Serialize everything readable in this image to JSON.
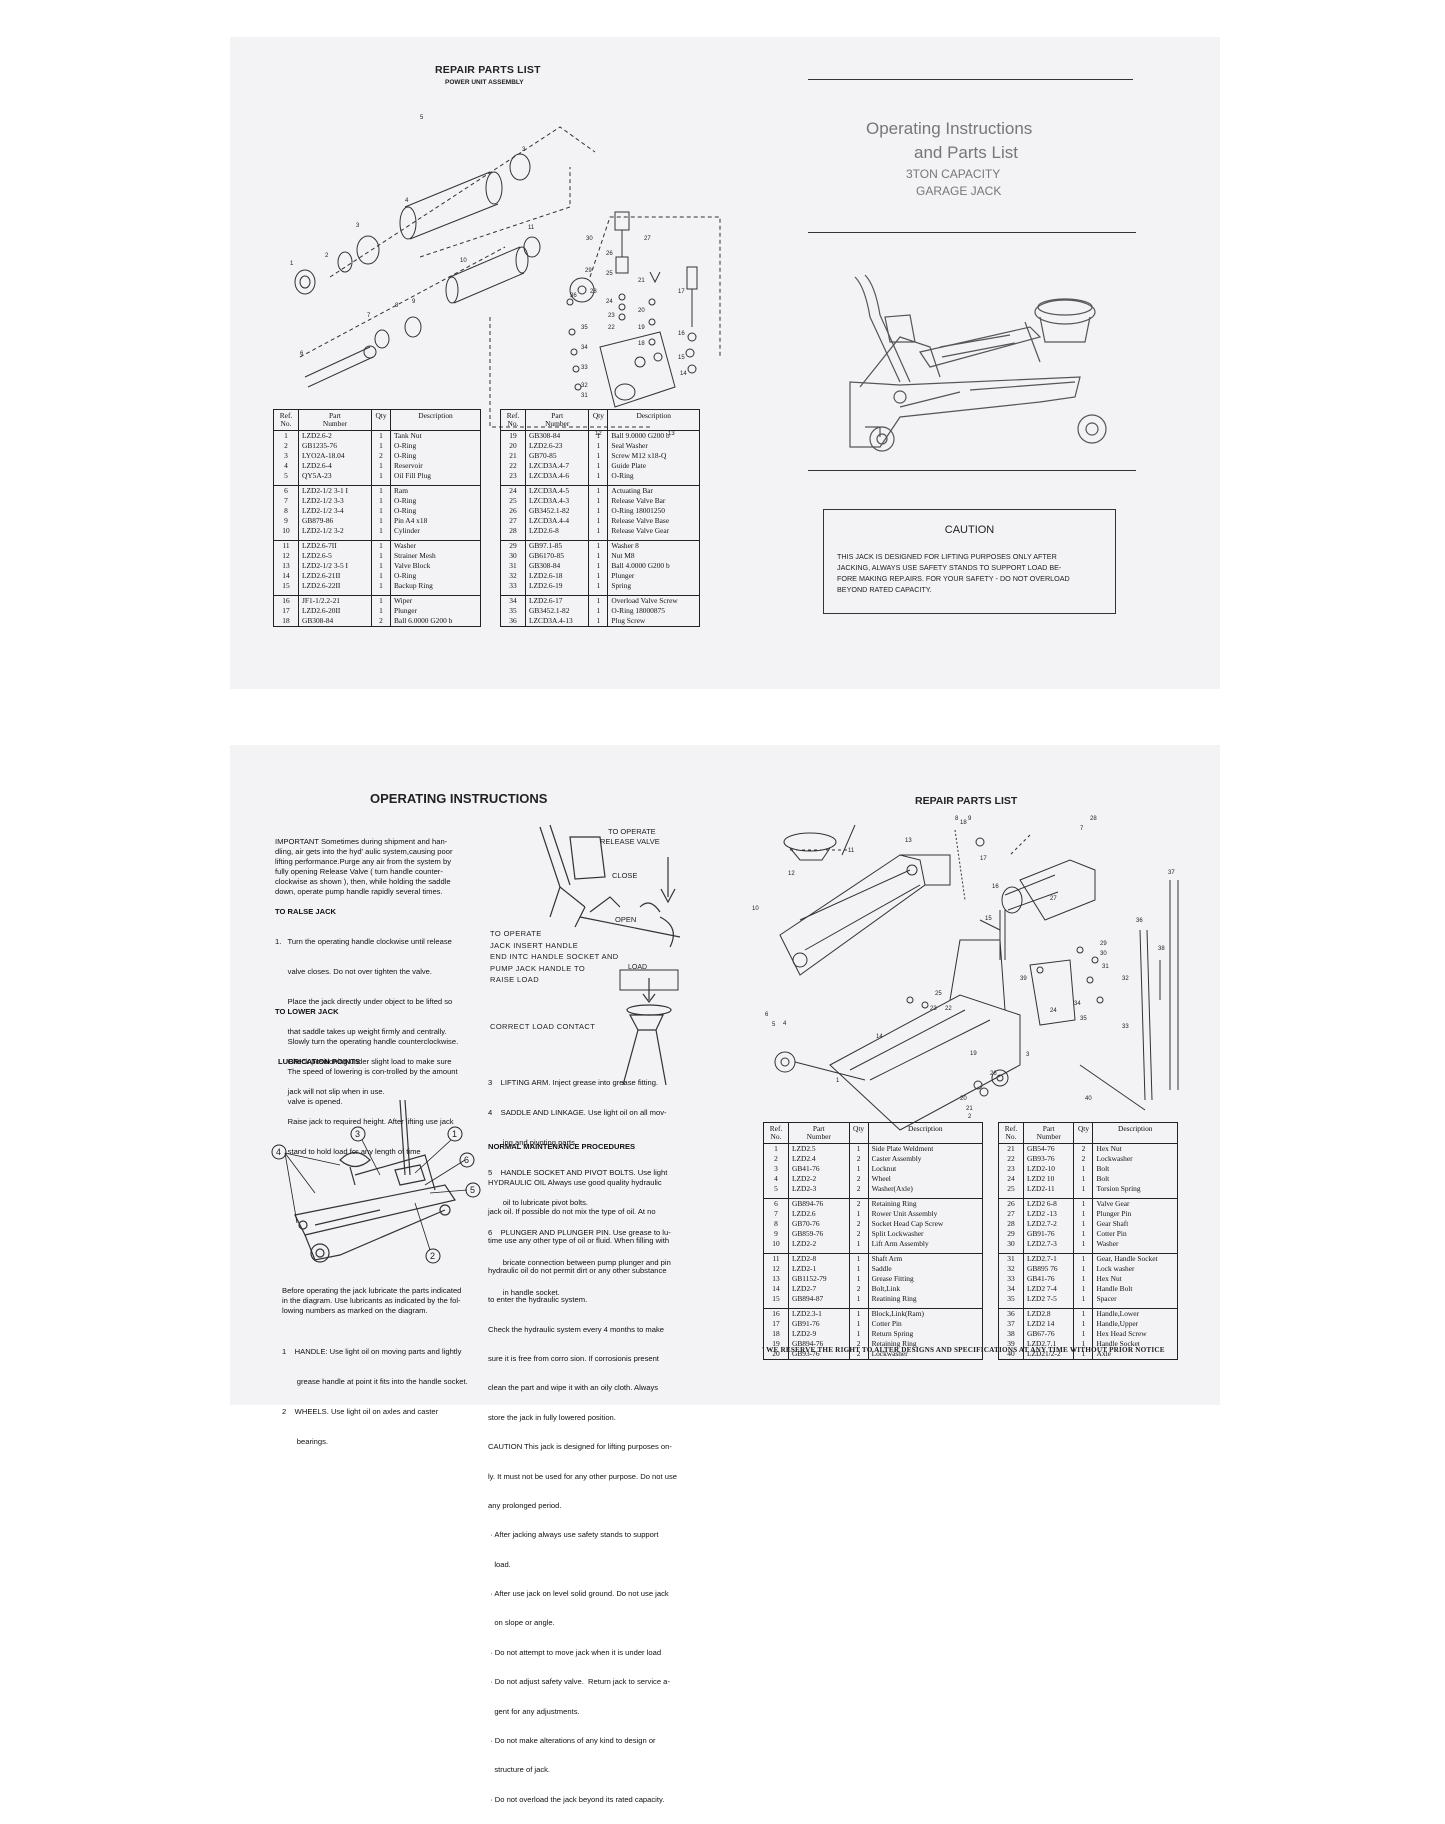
{
  "top_left": {
    "title": "REPAIR PARTS LIST",
    "subtitle": "POWER UNIT ASSEMBLY",
    "diagram_callouts": [
      "1",
      "2",
      "3",
      "4",
      "5",
      "6",
      "7",
      "8",
      "9",
      "10",
      "11",
      "12",
      "13",
      "14",
      "15",
      "16",
      "17",
      "18",
      "19",
      "20",
      "21",
      "22",
      "23",
      "24",
      "25",
      "26",
      "27",
      "28",
      "29",
      "30",
      "31",
      "32",
      "33",
      "34",
      "35",
      "36",
      "3"
    ],
    "table_headers": [
      "Ref.\nNo.",
      "Part\nNumber",
      "Qty",
      "Description"
    ],
    "table_left_groups": [
      [
        [
          "1",
          "LZD2.6-2",
          "1",
          "Tank Nut"
        ],
        [
          "2",
          "GB1235-76",
          "1",
          "O-Ring"
        ],
        [
          "3",
          "LYO2A-18.04",
          "2",
          "O-Ring"
        ],
        [
          "4",
          "LZD2.6-4",
          "1",
          "Reservoir"
        ],
        [
          "5",
          "QY5A-23",
          "1",
          "Oil Fill Plug"
        ]
      ],
      [
        [
          "6",
          "LZD2-1/2 3-1 I",
          "1",
          "Ram"
        ],
        [
          "7",
          "LZD2-1/2 3-3",
          "1",
          "O-Ring"
        ],
        [
          "8",
          "LZD2-1/2 3-4",
          "1",
          "O-Ring"
        ],
        [
          "9",
          "GB879-86",
          "1",
          "Pin A4 x18"
        ],
        [
          "10",
          "LZD2-1/2 3-2",
          "1",
          "Cylinder"
        ]
      ],
      [
        [
          "11",
          "LZD2.6-7II",
          "1",
          "Washer"
        ],
        [
          "12",
          "LZD2.6-5",
          "1",
          "Strainer Mesh"
        ],
        [
          "13",
          "LZD2-1/2 3-5 I",
          "1",
          "Valve Block"
        ],
        [
          "14",
          "LZD2.6-21II",
          "1",
          "O-Ring"
        ],
        [
          "15",
          "LZD2.6-22II",
          "1",
          "Backup Ring"
        ]
      ],
      [
        [
          "16",
          "JF1-1/2.2-21",
          "1",
          "Wiper"
        ],
        [
          "17",
          "LZD2.6-20II",
          "1",
          "Plunger"
        ],
        [
          "18",
          "GB308-84",
          "2",
          "Ball 6.0000 G200 b"
        ]
      ]
    ],
    "table_right_groups": [
      [
        [
          "19",
          "GB308-84",
          "1",
          "Ball 9.0000 G200 b"
        ],
        [
          "20",
          "LZD2.6-23",
          "1",
          "Seal Washer"
        ],
        [
          "21",
          "GB70-85",
          "1",
          "Screw M12 x18-Q"
        ],
        [
          "22",
          "LZCD3A.4-7",
          "1",
          "Guide Plate"
        ],
        [
          "23",
          "LZCD3A.4-6",
          "1",
          "O-Ring"
        ]
      ],
      [
        [
          "24",
          "LZCD3A.4-5",
          "1",
          "Actuating Bar"
        ],
        [
          "25",
          "LZCD3A.4-3",
          "1",
          "Release Valve Bar"
        ],
        [
          "26",
          "GB3452.1-82",
          "1",
          "O-Ring 18001250"
        ],
        [
          "27",
          "LZCD3A.4-4",
          "1",
          "Release Valve Base"
        ],
        [
          "28",
          "LZD2.6-8",
          "1",
          "Release Valve Gear"
        ]
      ],
      [
        [
          "29",
          "GB97.1-85",
          "1",
          "Washer 8"
        ],
        [
          "30",
          "GB6170-85",
          "1",
          "Nut M8"
        ],
        [
          "31",
          "GB308-84",
          "1",
          "Ball 4.0000 G200 b"
        ],
        [
          "32",
          "LZD2.6-18",
          "1",
          "Plunger"
        ],
        [
          "33",
          "LZD2.6-19",
          "1",
          "Spring"
        ]
      ],
      [
        [
          "34",
          "LZD2.6-17",
          "1",
          "Overload Valve Screw"
        ],
        [
          "35",
          "GB3452.1-82",
          "1",
          "O-Ring 18000875"
        ],
        [
          "36",
          "LZCD3A.4-13",
          "1",
          "Plug Screw"
        ]
      ]
    ]
  },
  "top_right": {
    "title_line1": "Operating Instructions",
    "title_line2": "and Parts List",
    "capacity": "3TON CAPACITY",
    "product": "GARAGE JACK",
    "caution_title": "CAUTION",
    "caution_lines": [
      "THIS JACK IS DESIGNED FOR LIFTING PURPOSES ONLY  AFTER",
      "JACKING, ALWAYS USE SAFETY STANDS TO SUPPORT LOAD BE-",
      "FORE MAKING REP.AIRS. FOR YOUR SAFETY - DO NOT OVERLOAD",
      "BEYOND RATED CAPACITY."
    ]
  },
  "bottom_left": {
    "title": "OPERATING INSTRUCTIONS",
    "important": [
      "IMPORTANT Sometimes during shipment and han-",
      "dling, air gets into the hyd' aulic system,causing poor",
      "lifting performance.Purge any air from the system by",
      "fully opening  Release Valve ( turn handle counter-",
      "clockwise as shown ), then, while holding the saddle",
      "down, operate pump handle rapidly several times."
    ],
    "raise_heading": "TO RALSE JACK",
    "raise_lines": [
      "1.   Turn the operating handle clockwise until release",
      "      valve closes. Do not over tighten the valve.",
      "      Place the jack directly under object to be lifted so",
      "      that saddle takes up weight firmly and centrally.",
      "      Check positioning under slight load to make sure",
      "      jack will not slip when in use.",
      "      Raise jack to required height. After lifting use jack",
      "      stand to hold load for any length of time"
    ],
    "lower_heading": "TO LOWER JACK",
    "lower_lines": [
      "      Slowly turn the operating handle counterclockwise.",
      "      The speed of lowering is con-trolled by the amount",
      "      valve is opened."
    ],
    "lube_heading": "LUBRICATION POINTS",
    "lube_callouts": [
      "1",
      "2",
      "3",
      "4",
      "5",
      "6"
    ],
    "before_lines": [
      "Before operating the jack lubricate the parts indicated",
      "in the diagram. Use lubricants as indicated by the fol-",
      "lowing numbers as marked on the diagram."
    ],
    "items_left": [
      "1    HANDLE: Use light oil on moving parts and lightly",
      "       grease handle at point it fits into the handle socket.",
      "2    WHEELS. Use light oil on axles and caster",
      "       bearings."
    ],
    "fig_release_a": "TO OPERATE",
    "fig_release_b": "RELEASE VALVE",
    "fig_close": "CLOSE",
    "fig_open": "OPEN",
    "fig_operate": [
      "TO OPERATE",
      "JACK INSERT HANDLE",
      "END INTC HANDLE SOCKET AND",
      "PUMP JACK HANDLE TO",
      "RAISE LOAD"
    ],
    "fig_load": "LOAD",
    "fig_contact": "CORRECT LOAD CONTACT",
    "items_right": [
      "3    LIFTING ARM. Inject grease into grease fitting.",
      "4    SADDLE AND LINKAGE. Use light oil on all mov-",
      "       ing and pivoting parts.",
      "5    HANDLE SOCKET AND PIVOT BOLTS. Use light",
      "       oil to lubricate pivot bolts.",
      "6    PLUNGER AND PLUNGER PIN. Use grease to lu-",
      "       bricate connection between pump plunger and pin",
      "       in handle socket."
    ],
    "maint_heading": "NORMAL MAINTENANCE PROCEDURES",
    "maint_lines": [
      "HYDRAULIC OIL Always use good quality hydraulic",
      "jack oil. If possible do not mix the type of oil. At no",
      "time use any other type of oil or fluid. When filling with",
      "hydraulic oil do not permit dirt or any other substance",
      "to enter the hydraulic system.",
      "Check the hydraulic system every 4 months to make",
      "sure it is free from corro sion. If corrosionis present",
      "clean the part and wipe it with an oily cloth. Always",
      "store the jack in fully lowered position.",
      "CAUTION This jack is designed for lifting purposes on-",
      "ly. It must not be used for any other purpose. Do not use",
      "any prolonged period.",
      " · After jacking always use safety stands to support",
      "   load.",
      " · After use jack on level solid ground. Do not use jack",
      "   on slope or angle.",
      " · Do not attempt to move jack when it is under load",
      " · Do not adjust safety valve.  Return jack to service a-",
      "   gent for any adjustments.",
      " · Do not make alterations of any kind to design or",
      "   structure of jack.",
      " · Do not overload the jack beyond its rated capacity."
    ]
  },
  "bottom_right": {
    "title": "REPAIR PARTS LIST",
    "diagram_callouts": [
      "1",
      "2",
      "3",
      "4",
      "5",
      "6",
      "7",
      "8",
      "9",
      "10",
      "11",
      "12",
      "13",
      "14",
      "15",
      "16",
      "17",
      "18",
      "19",
      "20",
      "21",
      "22",
      "23",
      "24",
      "25",
      "26",
      "27",
      "28",
      "29",
      "30",
      "31",
      "32",
      "33",
      "34",
      "35",
      "36",
      "37",
      "38",
      "39",
      "40"
    ],
    "table_headers": [
      "Ref.\nNo.",
      "Part\nNumber",
      "Qty",
      "Description"
    ],
    "table_left_groups": [
      [
        [
          "1",
          "LZD2.5",
          "1",
          "Side Plate Weldment"
        ],
        [
          "2",
          "LZD2.4",
          "2",
          "Caster Assembly"
        ],
        [
          "3",
          "GB41-76",
          "1",
          "Locknut"
        ],
        [
          "4",
          "LZD2-2",
          "2",
          "Wheel"
        ],
        [
          "5",
          "LZD2-3",
          "2",
          "Washer(Axle)"
        ]
      ],
      [
        [
          "6",
          "GB894-76",
          "2",
          "Retaining Ring"
        ],
        [
          "7",
          "LZD2.6",
          "1",
          "Rower Unit Assembly"
        ],
        [
          "8",
          "GB70-76",
          "2",
          "Socket Head Cap Screw"
        ],
        [
          "9",
          "GB859-76",
          "2",
          "Split Lockwasher"
        ],
        [
          "10",
          "LZD2-2",
          "1",
          "Lift Arm Assembly"
        ]
      ],
      [
        [
          "11",
          "LZD2-8",
          "1",
          "Shaft Arm"
        ],
        [
          "12",
          "LZD2-1",
          "1",
          "Saddle"
        ],
        [
          "13",
          "GB1152-79",
          "1",
          "Grease Fitting"
        ],
        [
          "14",
          "LZD2-7",
          "2",
          "Bolt,Link"
        ],
        [
          "15",
          "GB894-87",
          "1",
          "Reatining Ring"
        ]
      ],
      [
        [
          "16",
          "LZD2.3-1",
          "1",
          "Block,Link(Ram)"
        ],
        [
          "17",
          "GB91-76",
          "1",
          "Cotter Pin"
        ],
        [
          "18",
          "LZD2-9",
          "1",
          "Return Spring"
        ],
        [
          "19",
          "GB894-76",
          "2",
          "Retaining Ring"
        ],
        [
          "20",
          "GB93-76",
          "2",
          "Lockwasher"
        ]
      ]
    ],
    "table_right_groups": [
      [
        [
          "21",
          "GB54-76",
          "2",
          "Hex Nut"
        ],
        [
          "22",
          "GB93-76",
          "2",
          "Lockwasher"
        ],
        [
          "23",
          "LZD2-10",
          "1",
          "Bolt"
        ],
        [
          "24",
          "LZD2 10",
          "1",
          "Bolt"
        ],
        [
          "25",
          "LZD2-11",
          "1",
          "Torsion Spring"
        ]
      ],
      [
        [
          "26",
          "LZD2 6-8",
          "1",
          "Valve Gear"
        ],
        [
          "27",
          "LZD2 -13",
          "1",
          "Plunger Pin"
        ],
        [
          "28",
          "LZD2.7-2",
          "1",
          "Gear Shaft"
        ],
        [
          "29",
          "GB91-76",
          "1",
          "Cotter Pin"
        ],
        [
          "30",
          "LZD2.7-3",
          "1",
          "Washer"
        ]
      ],
      [
        [
          "31",
          "LZD2.7-1",
          "1",
          "Gear, Handle Socket"
        ],
        [
          "32",
          "GB895 76",
          "1",
          "Lock washer"
        ],
        [
          "33",
          "GB41-76",
          "1",
          "Hex Nut"
        ],
        [
          "34",
          "LZD2 7-4",
          "1",
          "Handle Bolt"
        ],
        [
          "35",
          "LZD2 7-5",
          "1",
          "Spacer"
        ]
      ],
      [
        [
          "36",
          "LZD2.8",
          "1",
          "Handle,Lower"
        ],
        [
          "37",
          "LZD2 14",
          "1",
          "Handle,Upper"
        ],
        [
          "38",
          "GB67-76",
          "1",
          "Hex Head Screw"
        ],
        [
          "39",
          "LZD2.7.1",
          "1",
          "Handle Socket"
        ],
        [
          "40",
          "LZD21/2-2",
          "1",
          "Axle"
        ]
      ]
    ],
    "notice": "' WE RESERVE THE RIGHT TO ALTER DESIGNS AND SPECIFICATIONS AT ANY TIME WITHOUT PRIOR NOTICE"
  }
}
